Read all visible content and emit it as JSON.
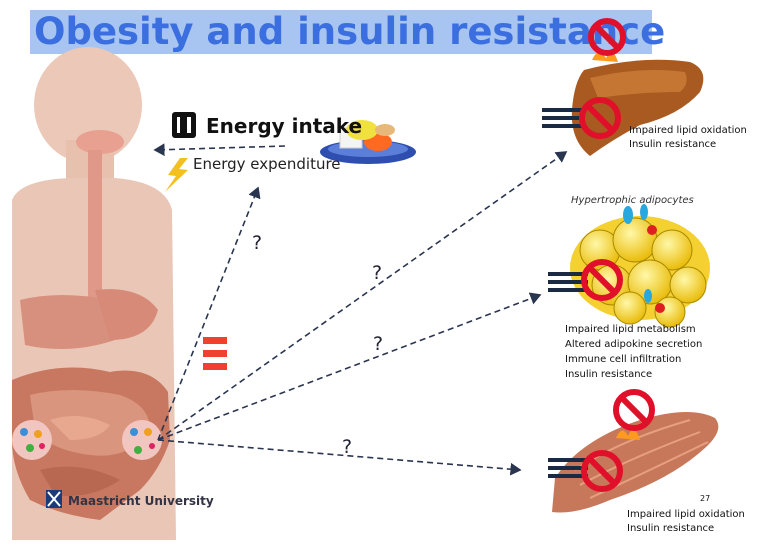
{
  "title": "Obesity and insulin resistance",
  "energy_intake": "Energy intake",
  "energy_expenditure": "Energy expenditure",
  "question_mark": "?",
  "liver_effects": [
    "Impaired lipid oxidation",
    "Insulin resistance"
  ],
  "adipose_heading": "Hypertrophic adipocytes",
  "adipose_effects": [
    "Impaired lipid metabolism",
    "Altered adipokine secretion",
    "Immune cell infiltration",
    "Insulin resistance"
  ],
  "muscle_effects": [
    "Impaired lipid oxidation",
    "Insulin resistance"
  ],
  "page_number": "27",
  "university": "Maastricht University",
  "colors": {
    "title_bg": "#a8c4f0",
    "title_text": "#3b6fe0",
    "prohibited": "#e0102a",
    "arrow": "#2a3550"
  }
}
